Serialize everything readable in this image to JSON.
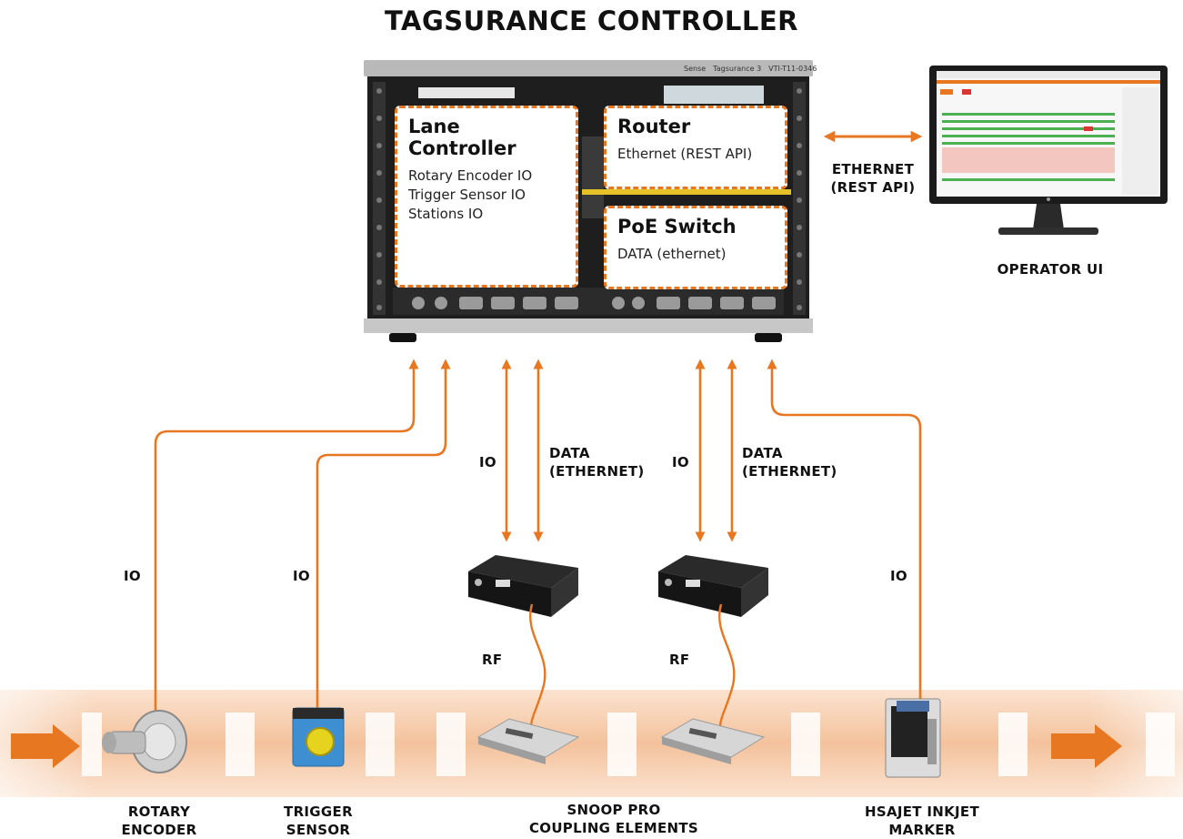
{
  "title": "TAGSURANCE CONTROLLER",
  "rack_strip": [
    "Sense",
    "Tagsurance 3",
    "VTI-T11-0346"
  ],
  "lane_controller": {
    "heading": "Lane Controller",
    "lines": [
      "Rotary Encoder IO",
      "Trigger Sensor IO",
      "Stations IO"
    ]
  },
  "router": {
    "heading": "Router",
    "lines": [
      "Ethernet (REST API)"
    ]
  },
  "poe_switch": {
    "heading": "PoE Switch",
    "lines": [
      "DATA (ethernet)"
    ]
  },
  "ethernet_link": [
    "ETHERNET",
    "(REST API)"
  ],
  "operator_ui": "OPERATOR UI",
  "links": {
    "io_rotary": "IO",
    "io_trigger": "IO",
    "io_snoop1": "IO",
    "data_snoop1": [
      "DATA",
      "(ETHERNET)"
    ],
    "io_snoop2": "IO",
    "data_snoop2": [
      "DATA",
      "(ETHERNET)"
    ],
    "io_marker": "IO",
    "rf_1": "RF",
    "rf_2": "RF"
  },
  "devices": {
    "rotary_encoder": [
      "ROTARY",
      "ENCODER"
    ],
    "trigger_sensor": [
      "TRIGGER",
      "SENSOR"
    ],
    "snoop_pro": [
      "SNOOP PRO",
      "COUPLING ELEMENTS"
    ],
    "marker": [
      "HSAJET INKJET",
      "MARKER"
    ]
  },
  "colors": {
    "accent": "#e87722",
    "belt": "#f7cfb0",
    "chassis": "#1e1e1e"
  }
}
